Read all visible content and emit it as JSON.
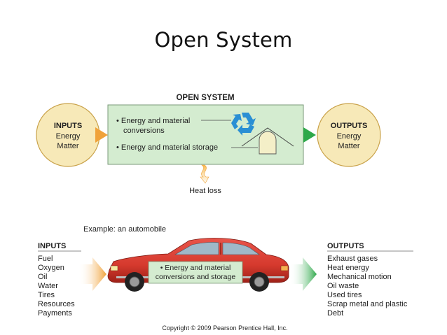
{
  "slide": {
    "title": "Open System"
  },
  "diagram": {
    "header": "OPEN SYSTEM",
    "inputs": {
      "title": "INPUTS",
      "lines": [
        "Energy",
        "Matter"
      ]
    },
    "outputs": {
      "title": "OUTPUTS",
      "lines": [
        "Energy",
        "Matter"
      ]
    },
    "box_items": [
      [
        "• Energy and material",
        "conversions"
      ],
      [
        "• Energy and material storage"
      ]
    ],
    "heat_loss": "Heat loss"
  },
  "example": {
    "caption": "Example: an automobile",
    "inputs": {
      "title": "INPUTS",
      "items": [
        "Fuel",
        "Oxygen",
        "Oil",
        "Water",
        "Tires",
        "Resources",
        "Payments"
      ]
    },
    "outputs": {
      "title": "OUTPUTS",
      "items": [
        "Exhaust gases",
        "Heat energy",
        "Mechanical motion",
        "Oil waste",
        "Used tires",
        "Scrap metal and plastic",
        "Debt"
      ]
    },
    "car_label": [
      "• Energy and material",
      "conversions and storage"
    ],
    "copyright": "Copyright © 2009 Pearson Prentice Hall, Inc."
  },
  "colors": {
    "circle_fill": "#f7e9b8",
    "circle_stroke": "#c9a24a",
    "box_fill": "#d4ecd0",
    "box_stroke": "#7a9a78",
    "arrow_orange": "#f0a23a",
    "arrow_green": "#2ea84a",
    "recycle_blue": "#2a8fd4",
    "car_red": "#d63a2e"
  }
}
